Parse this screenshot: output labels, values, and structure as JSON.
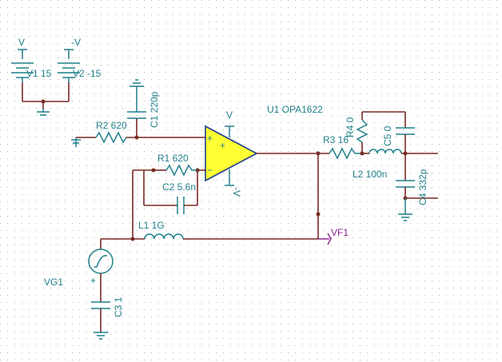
{
  "schematic": {
    "components": {
      "v1": "V1 15",
      "v2": "V2 -15",
      "r2": "R2 620",
      "c1": "C1 220p",
      "u1": "U1 OPA1622",
      "r1": "R1 620",
      "c2": "C2 5.6n",
      "l1": "L1 1G",
      "r3": "R3 16",
      "r4": "R4 0",
      "c5": "C5 0",
      "l2": "L2 100n",
      "c4": "C4 332p",
      "vg1": "VG1",
      "c3": "C3 1",
      "vf1": "VF1"
    },
    "net_labels": {
      "pos_rail_v1": "V",
      "neg_rail_v2": "-V",
      "opamp_pos_supply": "V",
      "opamp_neg_supply": "-V"
    },
    "pin_marks": {
      "noninv": "+",
      "inv": "−",
      "plus": "+"
    },
    "colors": {
      "component": "#1f7f8a",
      "wire": "#7a2a22",
      "opamp_fill": "#ffff33",
      "probe": "#8a1f8f",
      "grid": "#b5b5b5"
    }
  }
}
